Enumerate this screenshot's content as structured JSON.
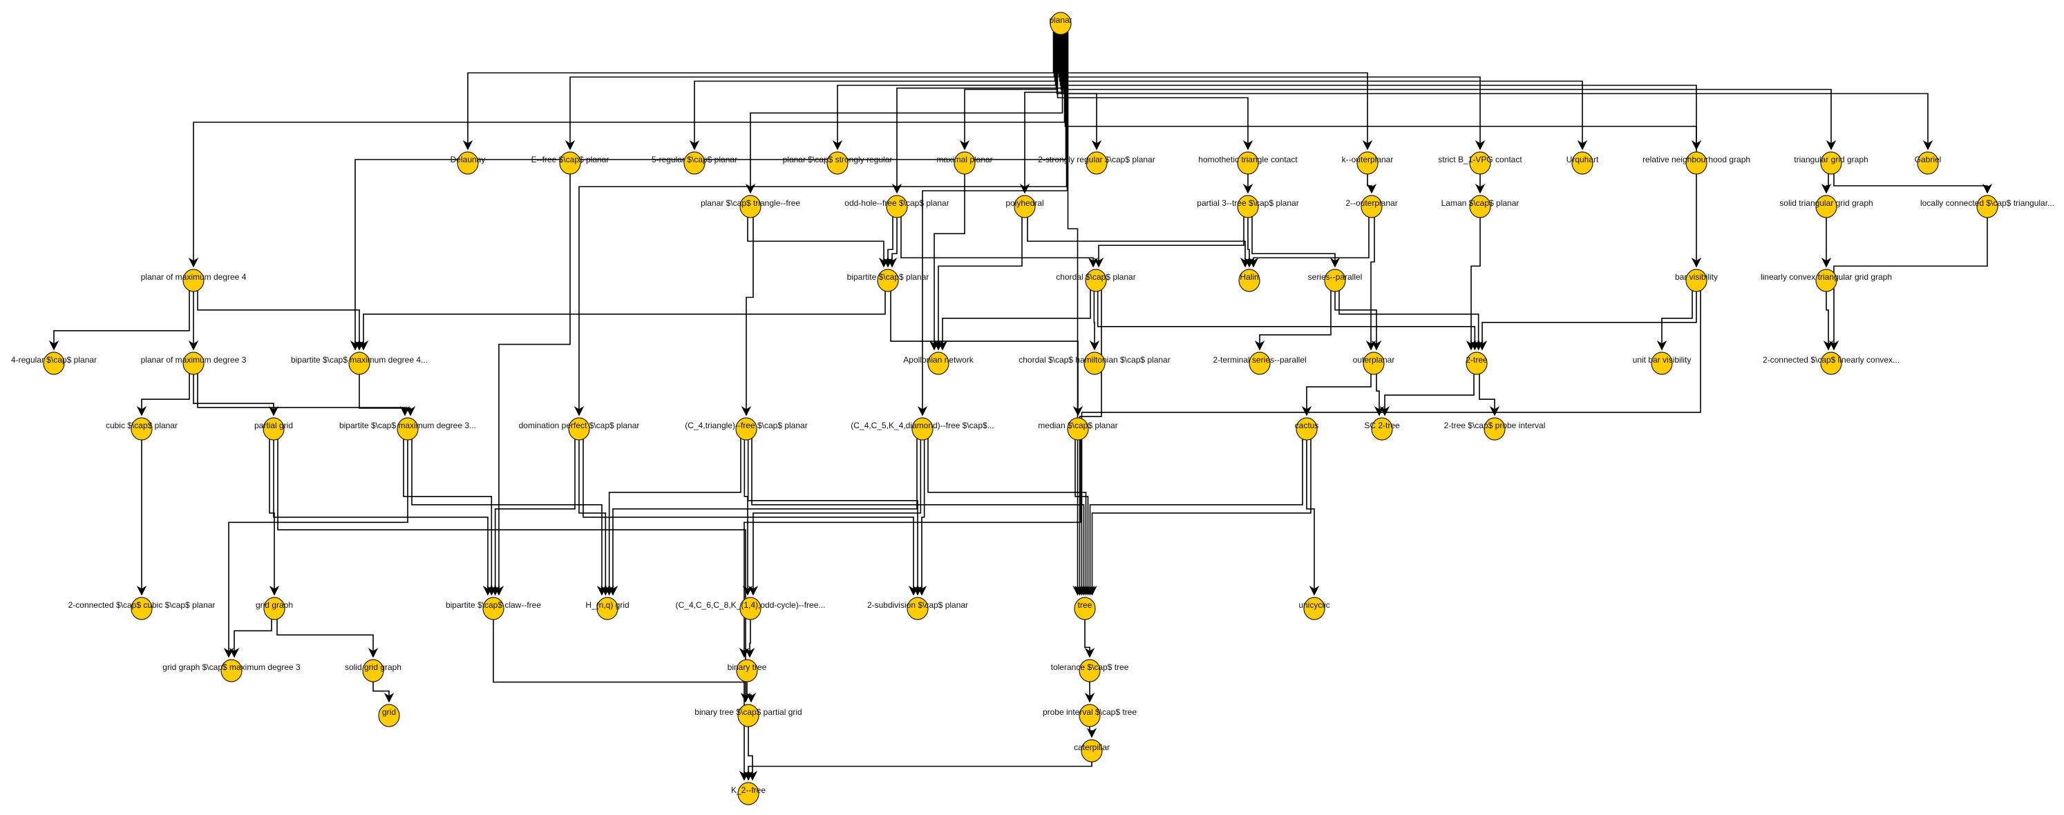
{
  "diagram": {
    "type": "directed hierarchy graph",
    "node_color": "#FFCC00",
    "edge_color": "#000000",
    "nodes": [
      {
        "id": "planar",
        "label": "planar"
      },
      {
        "id": "delaunay",
        "label": "Delaunay"
      },
      {
        "id": "efree",
        "label": "E--free $\\cap$ planar"
      },
      {
        "id": "5reg",
        "label": "5-regular $\\cap$ planar"
      },
      {
        "id": "strongreg",
        "label": "planar $\\cap$ strongly regular"
      },
      {
        "id": "maximal",
        "label": "maximal planar"
      },
      {
        "id": "2strongreg",
        "label": "2-strongly regular $\\cap$ planar"
      },
      {
        "id": "homothetic",
        "label": "homothetic triangle contact"
      },
      {
        "id": "kouter",
        "label": "k--outerplanar"
      },
      {
        "id": "b1vpg",
        "label": "strict B_1-VPG contact"
      },
      {
        "id": "urquhart",
        "label": "Urquhart"
      },
      {
        "id": "rng",
        "label": "relative neighbourhood graph"
      },
      {
        "id": "trigrid",
        "label": "triangular grid graph"
      },
      {
        "id": "gabriel",
        "label": "Gabriel"
      },
      {
        "id": "trifree",
        "label": "planar $\\cap$ triangle--free"
      },
      {
        "id": "oddhole",
        "label": "odd-hole--free $\\cap$ planar"
      },
      {
        "id": "polyhedral",
        "label": "polyhedral"
      },
      {
        "id": "partial3tree",
        "label": "partial 3--tree $\\cap$ planar"
      },
      {
        "id": "2outer",
        "label": "2--outerplanar"
      },
      {
        "id": "laman",
        "label": "Laman $\\cap$ planar"
      },
      {
        "id": "solidtri",
        "label": "solid triangular grid graph"
      },
      {
        "id": "loccon",
        "label": "locally connected $\\cap$ triangular..."
      },
      {
        "id": "maxdeg4",
        "label": "planar of maximum degree 4"
      },
      {
        "id": "bipplanar",
        "label": "bipartite $\\cap$ planar"
      },
      {
        "id": "chordal",
        "label": "chordal $\\cap$ planar"
      },
      {
        "id": "halin",
        "label": "Halin"
      },
      {
        "id": "sp",
        "label": "series--parallel"
      },
      {
        "id": "barvis",
        "label": "bar visibility"
      },
      {
        "id": "linconvex",
        "label": "linearly convex triangular grid graph"
      },
      {
        "id": "4reg",
        "label": "4-regular $\\cap$ planar"
      },
      {
        "id": "maxdeg3",
        "label": "planar of maximum degree 3"
      },
      {
        "id": "bipmax4",
        "label": "bipartite $\\cap$ maximum degree 4..."
      },
      {
        "id": "apollonian",
        "label": "Apollonian network"
      },
      {
        "id": "chordham",
        "label": "chordal $\\cap$ hamiltonian $\\cap$ planar"
      },
      {
        "id": "2terminal",
        "label": "2-terminal series--parallel"
      },
      {
        "id": "outerplanar",
        "label": "outerplanar"
      },
      {
        "id": "2tree",
        "label": "2-tree"
      },
      {
        "id": "unitbar",
        "label": "unit bar visibility"
      },
      {
        "id": "2conlin",
        "label": "2-connected $\\cap$ linearly convex..."
      },
      {
        "id": "cubic",
        "label": "cubic $\\cap$ planar"
      },
      {
        "id": "partialgrid",
        "label": "partial grid"
      },
      {
        "id": "bipmax3",
        "label": "bipartite $\\cap$ maximum degree 3..."
      },
      {
        "id": "domperf",
        "label": "domination perfect $\\cap$ planar"
      },
      {
        "id": "c4tri",
        "label": "(C_4,triangle)--free $\\cap$ planar"
      },
      {
        "id": "c4c5",
        "label": "(C_4,C_5,K_4,diamond)--free $\\cap$..."
      },
      {
        "id": "median",
        "label": "median $\\cap$ planar"
      },
      {
        "id": "cactus",
        "label": "cactus"
      },
      {
        "id": "sc2tree",
        "label": "SC 2-tree"
      },
      {
        "id": "2treeprobe",
        "label": "2-tree $\\cap$ probe interval"
      },
      {
        "id": "2concubic",
        "label": "2-connected $\\cap$ cubic $\\cap$ planar"
      },
      {
        "id": "gridgraph",
        "label": "grid graph"
      },
      {
        "id": "bipclaw",
        "label": "bipartite $\\cap$ claw--free"
      },
      {
        "id": "hnq",
        "label": "H_(n,q) grid"
      },
      {
        "id": "c4c6",
        "label": "(C_4,C_6,C_8,K_(1,4),odd-cycle)--free..."
      },
      {
        "id": "2subdiv",
        "label": "2-subdivision $\\cap$ planar"
      },
      {
        "id": "tree",
        "label": "tree"
      },
      {
        "id": "unicyclic",
        "label": "unicyclic"
      },
      {
        "id": "gridmax3",
        "label": "grid graph $\\cap$ maximum degree 3"
      },
      {
        "id": "solidgrid",
        "label": "solid grid graph"
      },
      {
        "id": "binarytree",
        "label": "binary tree"
      },
      {
        "id": "tolerance",
        "label": "tolerance $\\cap$ tree"
      },
      {
        "id": "grid",
        "label": "grid"
      },
      {
        "id": "btpg",
        "label": "binary tree $\\cap$ partial grid"
      },
      {
        "id": "probeint",
        "label": "probe interval $\\cap$ tree"
      },
      {
        "id": "caterpillar",
        "label": "caterpillar"
      },
      {
        "id": "k2free",
        "label": "K_2--free"
      }
    ],
    "edges": [
      [
        "planar",
        "delaunay"
      ],
      [
        "planar",
        "efree"
      ],
      [
        "planar",
        "5reg"
      ],
      [
        "planar",
        "strongreg"
      ],
      [
        "planar",
        "maximal"
      ],
      [
        "planar",
        "2strongreg"
      ],
      [
        "planar",
        "homothetic"
      ],
      [
        "planar",
        "kouter"
      ],
      [
        "planar",
        "b1vpg"
      ],
      [
        "planar",
        "urquhart"
      ],
      [
        "planar",
        "rng"
      ],
      [
        "planar",
        "trigrid"
      ],
      [
        "planar",
        "gabriel"
      ],
      [
        "planar",
        "trifree"
      ],
      [
        "planar",
        "oddhole"
      ],
      [
        "planar",
        "polyhedral"
      ],
      [
        "planar",
        "maxdeg4"
      ],
      [
        "planar",
        "barvis"
      ],
      [
        "planar",
        "bipmax4"
      ],
      [
        "planar",
        "domperf"
      ],
      [
        "planar",
        "c4c5"
      ],
      [
        "planar",
        "tree"
      ],
      [
        "homothetic",
        "partial3tree"
      ],
      [
        "kouter",
        "2outer"
      ],
      [
        "b1vpg",
        "laman"
      ],
      [
        "trigrid",
        "solidtri"
      ],
      [
        "trigrid",
        "loccon"
      ],
      [
        "solidtri",
        "linconvex"
      ],
      [
        "linconvex",
        "2conlin"
      ],
      [
        "loccon",
        "2conlin"
      ],
      [
        "trifree",
        "bipplanar"
      ],
      [
        "trifree",
        "c4tri"
      ],
      [
        "oddhole",
        "bipplanar"
      ],
      [
        "oddhole",
        "bipplanar"
      ],
      [
        "oddhole",
        "chordal"
      ],
      [
        "maximal",
        "apollonian"
      ],
      [
        "polyhedral",
        "apollonian"
      ],
      [
        "polyhedral",
        "halin"
      ],
      [
        "partial3tree",
        "chordal"
      ],
      [
        "partial3tree",
        "halin"
      ],
      [
        "partial3tree",
        "sp"
      ],
      [
        "2outer",
        "halin"
      ],
      [
        "2outer",
        "outerplanar"
      ],
      [
        "laman",
        "2tree"
      ],
      [
        "chordal",
        "apollonian"
      ],
      [
        "chordal",
        "chordham"
      ],
      [
        "chordal",
        "2tree"
      ],
      [
        "chordal",
        "tree"
      ],
      [
        "sp",
        "2terminal"
      ],
      [
        "sp",
        "outerplanar"
      ],
      [
        "sp",
        "2tree"
      ],
      [
        "barvis",
        "unitbar"
      ],
      [
        "barvis",
        "2tree"
      ],
      [
        "barvis",
        "tree"
      ],
      [
        "maxdeg4",
        "4reg"
      ],
      [
        "maxdeg4",
        "maxdeg3"
      ],
      [
        "maxdeg4",
        "bipmax4"
      ],
      [
        "bipplanar",
        "bipmax4"
      ],
      [
        "bipplanar",
        "median"
      ],
      [
        "maxdeg3",
        "cubic"
      ],
      [
        "maxdeg3",
        "partialgrid"
      ],
      [
        "maxdeg3",
        "bipmax3"
      ],
      [
        "bipmax4",
        "bipmax3"
      ],
      [
        "outerplanar",
        "cactus"
      ],
      [
        "outerplanar",
        "sc2tree"
      ],
      [
        "2tree",
        "sc2tree"
      ],
      [
        "2tree",
        "2treeprobe"
      ],
      [
        "cubic",
        "2concubic"
      ],
      [
        "partialgrid",
        "gridgraph"
      ],
      [
        "partialgrid",
        "bipclaw"
      ],
      [
        "partialgrid",
        "btpg"
      ],
      [
        "bipmax3",
        "bipclaw"
      ],
      [
        "bipmax3",
        "gridmax3"
      ],
      [
        "bipmax3",
        "hnq"
      ],
      [
        "domperf",
        "bipclaw"
      ],
      [
        "domperf",
        "hnq"
      ],
      [
        "domperf",
        "2subdiv"
      ],
      [
        "c4tri",
        "hnq"
      ],
      [
        "c4tri",
        "c4c6"
      ],
      [
        "c4tri",
        "2subdiv"
      ],
      [
        "c4tri",
        "tree"
      ],
      [
        "c4c5",
        "hnq"
      ],
      [
        "c4c5",
        "c4c6"
      ],
      [
        "c4c5",
        "2subdiv"
      ],
      [
        "c4c5",
        "tree"
      ],
      [
        "median",
        "tree"
      ],
      [
        "median",
        "binarytree"
      ],
      [
        "cactus",
        "tree"
      ],
      [
        "cactus",
        "unicyclic"
      ],
      [
        "cactus",
        "tree"
      ],
      [
        "efree",
        "bipclaw"
      ],
      [
        "gridgraph",
        "gridmax3"
      ],
      [
        "gridgraph",
        "solidgrid"
      ],
      [
        "bipclaw",
        "k2free"
      ],
      [
        "c4c6",
        "binarytree"
      ],
      [
        "tree",
        "tolerance"
      ],
      [
        "tolerance",
        "probeint"
      ],
      [
        "probeint",
        "caterpillar"
      ],
      [
        "caterpillar",
        "k2free"
      ],
      [
        "solidgrid",
        "grid"
      ],
      [
        "binarytree",
        "btpg"
      ],
      [
        "btpg",
        "k2free"
      ]
    ]
  }
}
